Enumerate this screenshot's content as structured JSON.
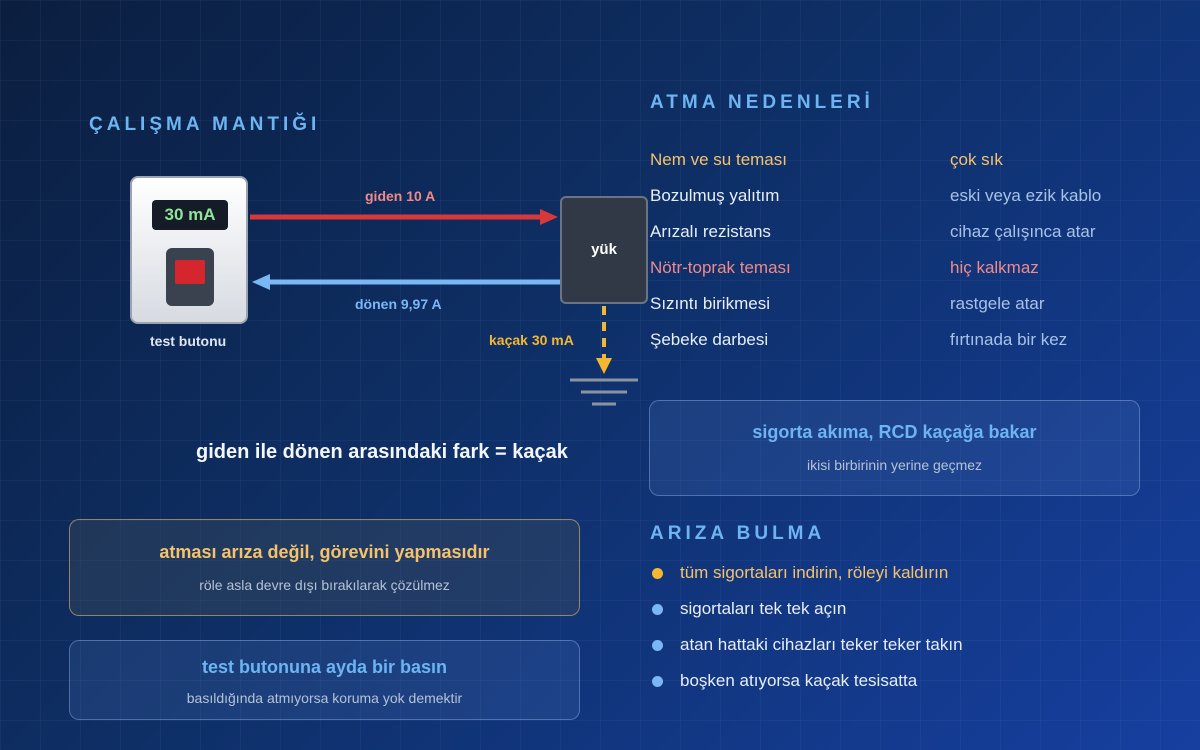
{
  "left": {
    "heading": "ÇALIŞMA MANTIĞI",
    "device_display": "30 mA",
    "device_caption": "test butonu",
    "load_label": "yük",
    "outgoing_label": "giden 10 A",
    "return_label": "dönen 9,97 A",
    "leak_label": "kaçak 30 mA",
    "formula": "giden ile dönen arasındaki fark = kaçak",
    "box1": {
      "title": "atması arıza değil, görevini yapmasıdır",
      "subtitle": "röle asla devre dışı bırakılarak çözülmez"
    },
    "box2": {
      "title": "test butonuna ayda bir basın",
      "subtitle": "basıldığında atmıyorsa koruma yok demektir"
    }
  },
  "right": {
    "heading": "ATMA NEDENLERİ",
    "causes": [
      {
        "cause": "Nem ve su teması",
        "note": "çok sık",
        "highlight": "amber"
      },
      {
        "cause": "Bozulmuş yalıtım",
        "note": "eski veya ezik kablo",
        "highlight": "none"
      },
      {
        "cause": "Arızalı rezistans",
        "note": "cihaz çalışınca atar",
        "highlight": "none"
      },
      {
        "cause": "Nötr-toprak teması",
        "note": "hiç kalkmaz",
        "highlight": "red"
      },
      {
        "cause": "Sızıntı birikmesi",
        "note": "rastgele atar",
        "highlight": "none"
      },
      {
        "cause": "Şebeke darbesi",
        "note": "fırtınada bir kez",
        "highlight": "none"
      }
    ],
    "info_box": {
      "title": "sigorta akıma, RCD kaçağa bakar",
      "subtitle": "ikisi birbirinin yerine geçmez"
    },
    "fault_heading": "ARIZA BULMA",
    "steps": [
      "tüm sigortaları indirin, röleyi kaldırın",
      "sigortaları tek tek açın",
      "atan hattaki cihazları teker teker takın",
      "boşken atıyorsa kaçak tesisatta"
    ]
  },
  "colors": {
    "heading": "#6cb4f2",
    "amber": "#f5c26b",
    "red": "#f08a8a",
    "outgoing": "#d9383a",
    "return": "#7ab8f5",
    "leak": "#f5b731",
    "note": "#a8c2e6"
  }
}
